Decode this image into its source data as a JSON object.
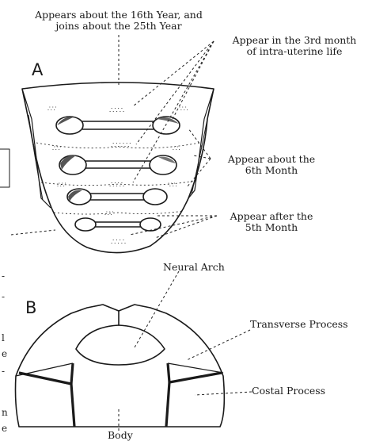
{
  "figure_a": {
    "panel_label": "A",
    "labels": {
      "top_line1": "Appears about the 16th Year, and",
      "top_line2": "joins about the 25th Year",
      "third_month_line1": "Appear in the 3rd month",
      "third_month_line2": "of intra-uterine life",
      "sixth_month_line1": "Appear about the",
      "sixth_month_line2": "6th Month",
      "fifth_month_line1": "Appear after the",
      "fifth_month_line2": "5th Month"
    }
  },
  "figure_b": {
    "panel_label": "B",
    "labels": {
      "neural_arch": "Neural Arch",
      "transverse_process": "Transverse Process",
      "costal_process": "Costal Process",
      "body": "Body"
    }
  },
  "left_margin_fragments": [
    "-",
    "-",
    "l",
    "e",
    "-",
    "n",
    "e"
  ]
}
